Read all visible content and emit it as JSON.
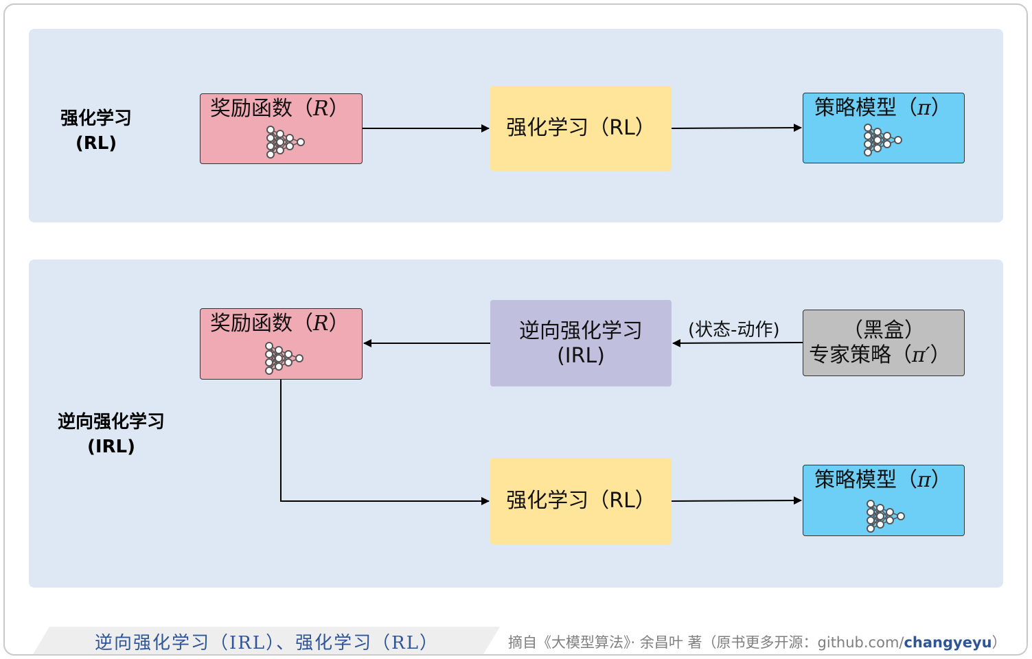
{
  "sections": {
    "rl_label_line1": "强化学习",
    "rl_label_line2": "(RL)",
    "irl_label_line1": "逆向强化学习",
    "irl_label_line2": "(IRL)"
  },
  "rl_row": {
    "reward_box": "奖励函数（",
    "reward_symbol": "R",
    "reward_close": "）",
    "rl_box": "强化学习（RL）",
    "policy_box": "策略模型（",
    "policy_symbol": "π",
    "policy_close": "）"
  },
  "irl_row": {
    "reward_box": "奖励函数（",
    "reward_symbol": "R",
    "reward_close": "）",
    "irl_box_line1": "逆向强化学习",
    "irl_box_line2": "(IRL)",
    "edge_label": "(状态-动作)",
    "expert_line1": "（黑盒）",
    "expert_line2": "专家策略（",
    "expert_symbol": "π′",
    "expert_close": "）",
    "rl_box": "强化学习（RL）",
    "policy_box": "策略模型（",
    "policy_symbol": "π",
    "policy_close": "）"
  },
  "footer": {
    "title": "逆向强化学习（IRL）、强化学习（RL）",
    "credit_prefix": "摘自《大模型算法》· 余昌叶 著（原书更多开源：github.com/",
    "credit_bold": "changyeyu",
    "credit_suffix": "）"
  },
  "icons": [
    "neural-network-icon"
  ],
  "colors": {
    "panel": "#dde8f4",
    "reward": "#f0aab4",
    "rl": "#ffe599",
    "policy": "#6ecff6",
    "irl": "#c0bfdd",
    "expert": "#bfbfbf"
  }
}
